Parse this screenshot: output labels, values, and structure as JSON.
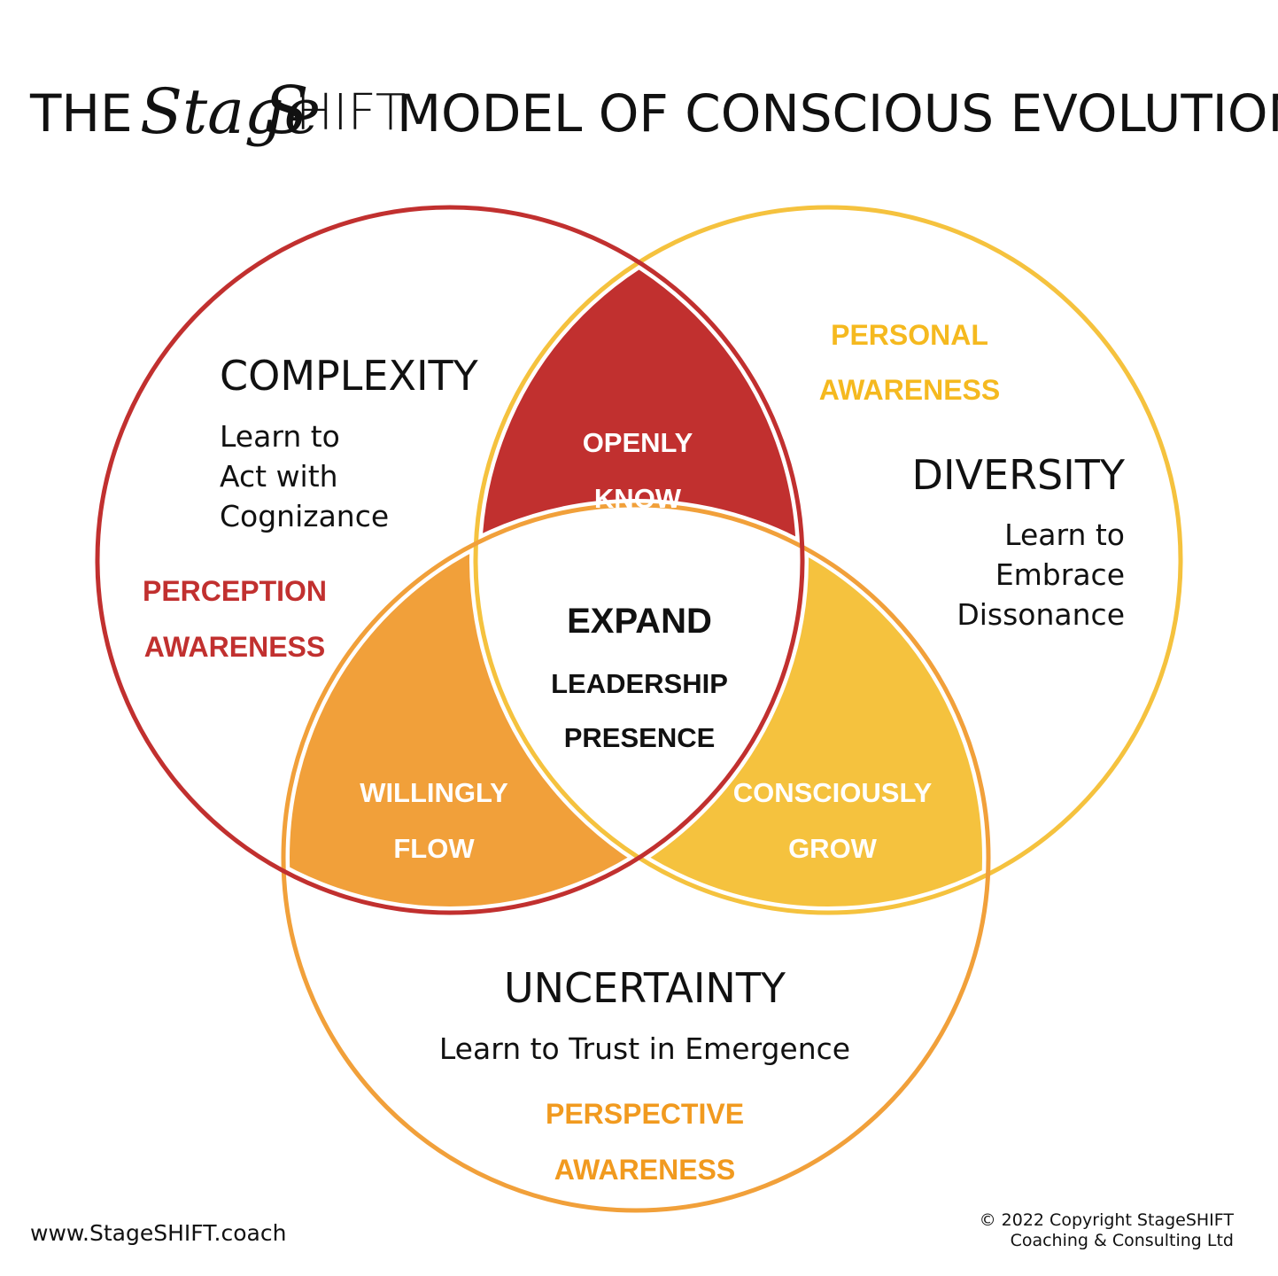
{
  "title": {
    "prefix": "THE",
    "logo_script": "Stage",
    "logo_script2": "S",
    "logo_thin": "HIFT",
    "suffix": "MODEL OF CONSCIOUS EVOLUTION"
  },
  "colors": {
    "red": "#C1302F",
    "yellow": "#F5C23E",
    "orange": "#F1A03A",
    "text": "#111111",
    "white": "#ffffff"
  },
  "circles": {
    "complexity": {
      "heading": "COMPLEXITY",
      "body": [
        "Learn to",
        "Act with",
        "Cognizance"
      ],
      "awareness": [
        "PERCEPTION",
        "AWARENESS"
      ]
    },
    "diversity": {
      "heading": "DIVERSITY",
      "body": [
        "Learn to",
        "Embrace",
        "Dissonance"
      ],
      "awareness": [
        "PERSONAL",
        "AWARENESS"
      ]
    },
    "uncertainty": {
      "heading": "UNCERTAINTY",
      "body": [
        "Learn to Trust in Emergence"
      ],
      "awareness": [
        "PERSPECTIVE",
        "AWARENESS"
      ]
    }
  },
  "overlaps": {
    "top": [
      "OPENLY",
      "KNOW"
    ],
    "left": [
      "WILLINGLY",
      "FLOW"
    ],
    "right": [
      "CONSCIOUSLY",
      "GROW"
    ],
    "center": {
      "heading": "EXPAND",
      "sub": [
        "LEADERSHIP",
        "PRESENCE"
      ]
    }
  },
  "footer": {
    "website": "www.StageSHIFT.coach",
    "copyright": [
      "© 2022 Copyright StageSHIFT",
      "Coaching & Consulting Ltd"
    ]
  }
}
